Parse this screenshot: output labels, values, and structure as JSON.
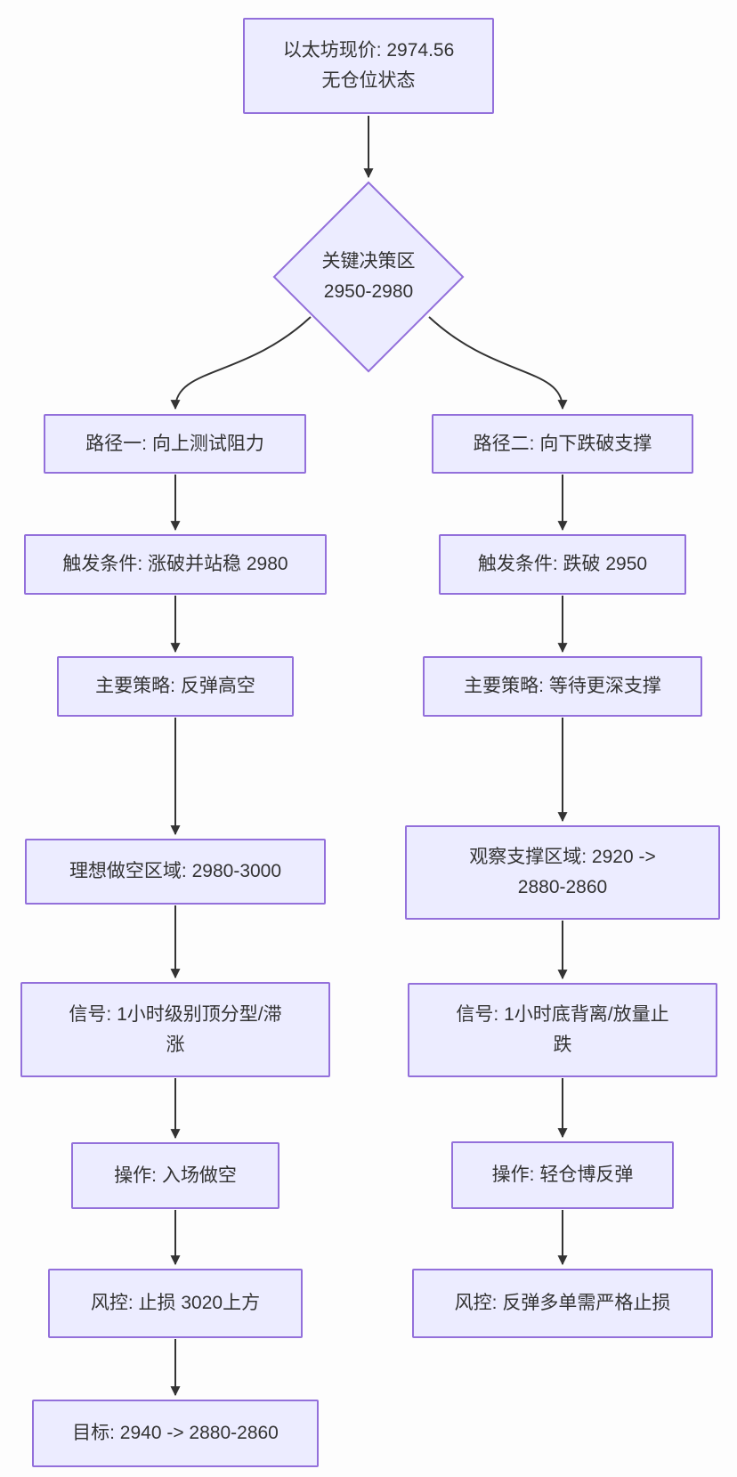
{
  "diagram": {
    "type": "flowchart",
    "colors": {
      "node_fill": "#ECECFF",
      "node_border": "#9370DB",
      "edge": "#333333",
      "text": "#333333",
      "background": "#FDFDFD"
    },
    "nodes": {
      "start": {
        "lines": [
          "以太坊现价: 2974.56",
          "无仓位状态"
        ]
      },
      "decision": {
        "lines": [
          "关键决策区",
          "2950-2980"
        ]
      },
      "p1_path": {
        "lines": [
          "路径一: 向上测试阻力"
        ]
      },
      "p1_trigger": {
        "lines": [
          "触发条件: 涨破并站稳 2980"
        ]
      },
      "p1_strategy": {
        "lines": [
          "主要策略: 反弹高空"
        ]
      },
      "p1_zone": {
        "lines": [
          "理想做空区域: 2980-3000"
        ]
      },
      "p1_signal": {
        "lines": [
          "信号: 1小时级别顶分型/滞",
          "涨"
        ]
      },
      "p1_action": {
        "lines": [
          "操作: 入场做空"
        ]
      },
      "p1_risk": {
        "lines": [
          "风控: 止损 3020上方"
        ]
      },
      "p1_target": {
        "lines": [
          "目标: 2940 -> 2880-2860"
        ]
      },
      "p2_path": {
        "lines": [
          "路径二: 向下跌破支撑"
        ]
      },
      "p2_trigger": {
        "lines": [
          "触发条件: 跌破 2950"
        ]
      },
      "p2_strategy": {
        "lines": [
          "主要策略: 等待更深支撑"
        ]
      },
      "p2_zone": {
        "lines": [
          "观察支撑区域: 2920 ->",
          "2880-2860"
        ]
      },
      "p2_signal": {
        "lines": [
          "信号: 1小时底背离/放量止",
          "跌"
        ]
      },
      "p2_action": {
        "lines": [
          "操作: 轻仓博反弹"
        ]
      },
      "p2_risk": {
        "lines": [
          "风控: 反弹多单需严格止损"
        ]
      }
    }
  }
}
